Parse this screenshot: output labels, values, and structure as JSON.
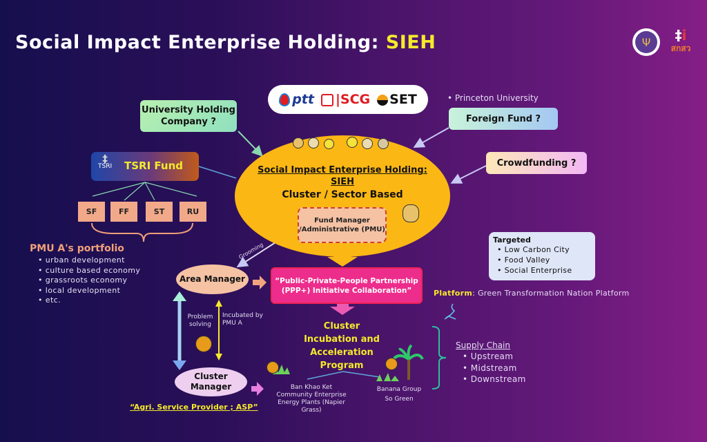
{
  "title": {
    "main": "Social Impact Enterprise Holding: ",
    "highlight": "SIEH"
  },
  "logos": {
    "seal": "university-seal",
    "tsri_glyph": "TSRI",
    "tsri_thai": "สกสว"
  },
  "sponsors": {
    "ptt": "ptt",
    "scg": "SCG",
    "set": "SET"
  },
  "princeton": "•   Princeton University",
  "funding_sources": {
    "university_holding": "University Holding Company ?",
    "foreign_fund": "Foreign Fund ?",
    "crowdfunding": "Crowdfunding ?"
  },
  "tsri_fund": {
    "logo_text": "TSRI",
    "label": "TSRI Fund",
    "sub_funds": [
      "SF",
      "FF",
      "ST",
      "RU"
    ]
  },
  "portfolio": {
    "heading": "PMU A's portfolio",
    "items": [
      "urban development",
      "culture based economy",
      "grassroots economy",
      "local development",
      "etc."
    ]
  },
  "sieh": {
    "title_line1": "Social Impact Enterprise Holding:",
    "title_line2": "SIEH",
    "subtitle": "Cluster / Sector Based",
    "pmu_box": "Fund Manager /Administrative (PMU)"
  },
  "grooming_label": "Grooming",
  "area_manager": "Area Manager",
  "ppp": "“Public-Private-People Partnership (PPP+) Initiative Collaboration”",
  "problem_solving": "Problem solving",
  "incubated": "Incubated by PMU A",
  "cluster_program": "Cluster Incubation and Acceleration Program",
  "cluster_manager": "Cluster Manager",
  "asp": "“Agri. Service Provider ; ASP”",
  "ban_khao": "Ban Khao Ket Community Enterprise Energy Plants (Napier Grass)",
  "banana": {
    "line1": "Banana Group",
    "line2": "So Green"
  },
  "targeted": {
    "heading": "Targeted",
    "items": [
      "Low Carbon City",
      "Food Valley",
      "Social Enterprise"
    ]
  },
  "platform": {
    "label": "Platform",
    "value": ": Green Transformation Nation Platform"
  },
  "supply_chain": {
    "heading": "Supply Chain",
    "items": [
      "Upstream",
      "Midstream",
      "Downstream"
    ]
  },
  "colors": {
    "accent_yellow": "#f5ea2a",
    "oval": "#fbb714",
    "ppp": "#ed2d8c",
    "sub_fund": "#f2a98a"
  }
}
